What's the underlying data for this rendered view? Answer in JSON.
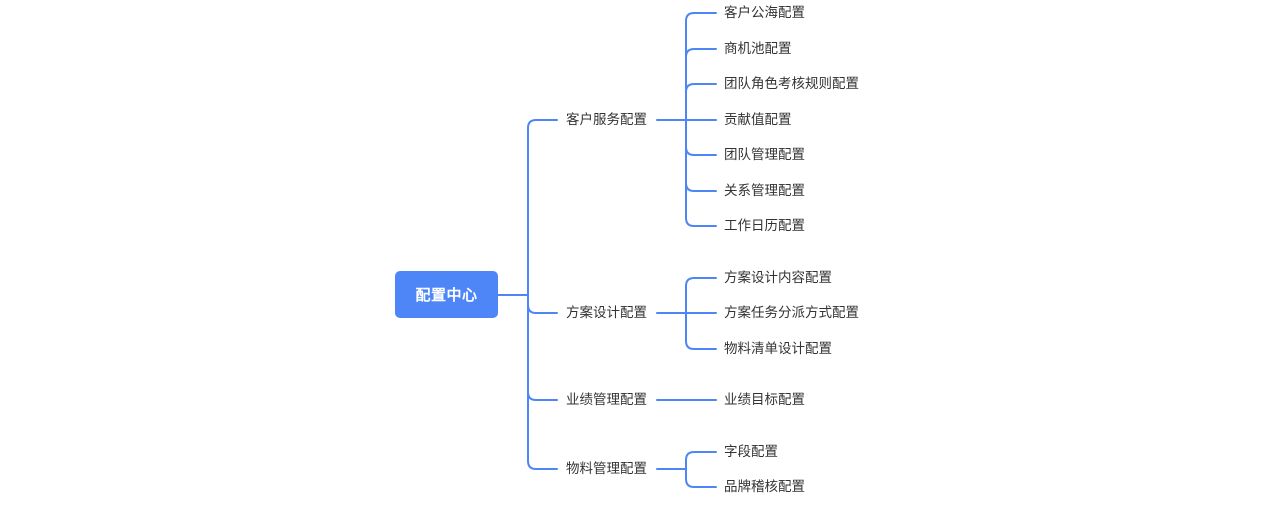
{
  "colors": {
    "accent": "#4f86f7",
    "line": "#4f86f7",
    "text": "#333333"
  },
  "root": {
    "label": "配置中心"
  },
  "branches": [
    {
      "label": "客户服务配置",
      "children": [
        "客户公海配置",
        "商机池配置",
        "团队角色考核规则配置",
        "贡献值配置",
        "团队管理配置",
        "关系管理配置",
        "工作日历配置"
      ]
    },
    {
      "label": "方案设计配置",
      "children": [
        "方案设计内容配置",
        "方案任务分派方式配置",
        "物料清单设计配置"
      ]
    },
    {
      "label": "业绩管理配置",
      "children": [
        "业绩目标配置"
      ]
    },
    {
      "label": "物料管理配置",
      "children": [
        "字段配置",
        "品牌稽核配置"
      ]
    }
  ]
}
